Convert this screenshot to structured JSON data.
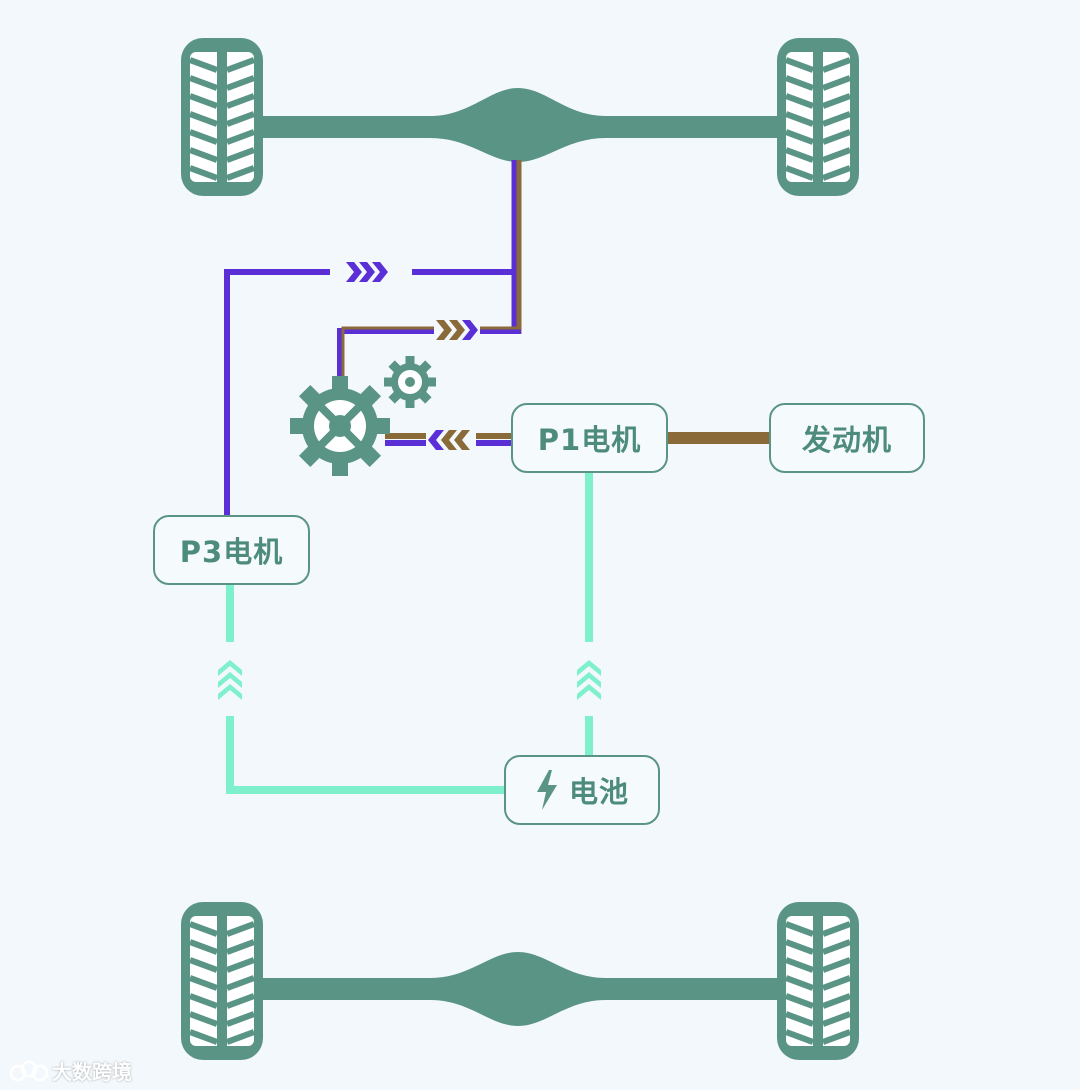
{
  "nodes": {
    "p1_motor": "P1电机",
    "engine": "发动机",
    "p3_motor": "P3电机",
    "battery": "电池"
  },
  "watermark": "大数跨境",
  "colors": {
    "axle": "#5a9485",
    "electric_drive": "#5a2fd6",
    "engine_drive": "#8b6a3a",
    "battery_link": "#7ff0cc",
    "background": "#f3f8fc"
  }
}
